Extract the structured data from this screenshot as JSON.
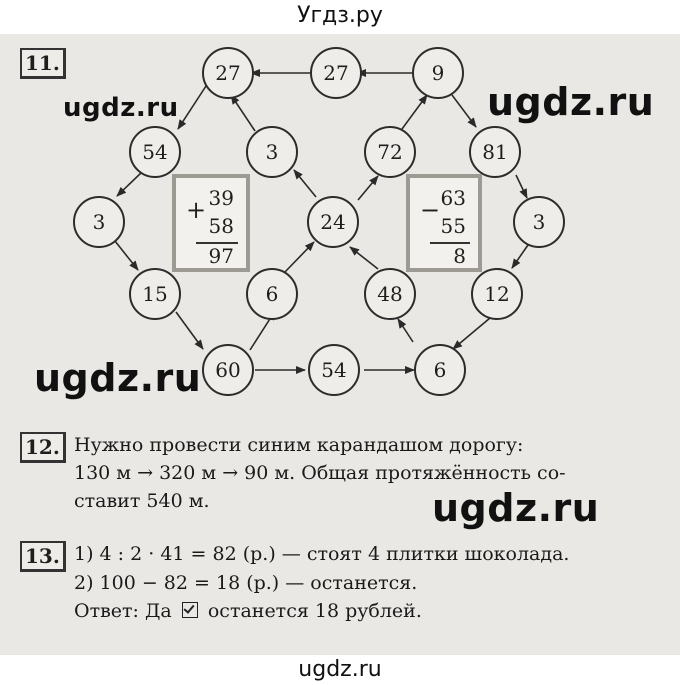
{
  "site_header": "Угдз.ру",
  "site_footer": "ugdz.ru",
  "watermark": "ugdz.ru",
  "task11": {
    "number": "11.",
    "nodes": [
      "27",
      "27",
      "9",
      "54",
      "3",
      "72",
      "81",
      "3",
      "24",
      "3",
      "15",
      "6",
      "48",
      "12",
      "60",
      "54",
      "6"
    ],
    "calc_add": {
      "op": "+",
      "a": "39",
      "b": "58",
      "result": "97"
    },
    "calc_sub": {
      "op": "−",
      "a": "63",
      "b": "55",
      "result": "8"
    }
  },
  "task12": {
    "number": "12.",
    "lines": [
      "Нужно провести синим карандашом дорогу:",
      "130 м → 320 м → 90 м. Общая протяжённость со-",
      "ставит 540 м."
    ]
  },
  "task13": {
    "number": "13.",
    "lines": [
      "1) 4 : 2 · 41 = 82 (р.) — стоят 4 плитки шоколада.",
      "2) 100 − 82 = 18 (р.) — останется."
    ],
    "answer_prefix": "Ответ: Да",
    "answer_suffix": "останется 18 рублей."
  }
}
